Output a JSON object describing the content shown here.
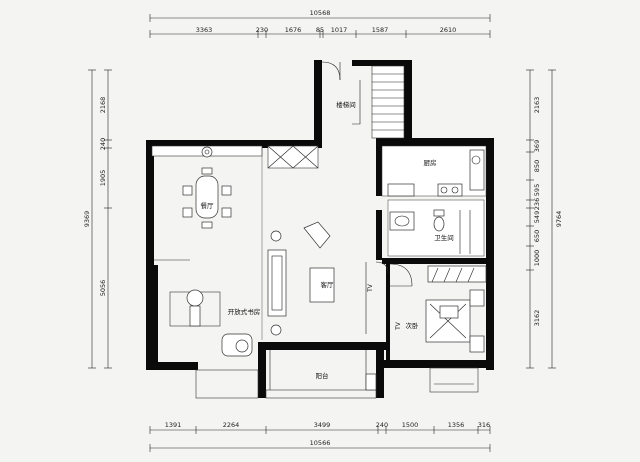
{
  "dimensions": {
    "top_total": "10568",
    "top_segments": [
      "3363",
      "230",
      "1676",
      "85",
      "1017",
      "1587",
      "2610"
    ],
    "bottom_segments": [
      "1391",
      "2264",
      "3499",
      "240",
      "1500",
      "1356",
      "316"
    ],
    "bottom_total": "10566",
    "left_segments": [
      "2168",
      "240",
      "1905",
      "5056"
    ],
    "left_total": "9369",
    "right_segments": [
      "2163",
      "369",
      "850",
      "595",
      "236",
      "549",
      "650",
      "1000",
      "3162"
    ],
    "right_total": "9764"
  },
  "rooms": {
    "stair": "楼梯间",
    "kitchen": "厨房",
    "dining": "餐厅",
    "bath": "卫生间",
    "living": "客厅",
    "study": "开放式书房",
    "bedroom": "次卧",
    "balcony": "阳台"
  },
  "tv_labels": [
    "TV",
    "TV"
  ],
  "colors": {
    "wall": "#0a0a0a",
    "background": "#f4f4f2",
    "line": "#222222"
  }
}
